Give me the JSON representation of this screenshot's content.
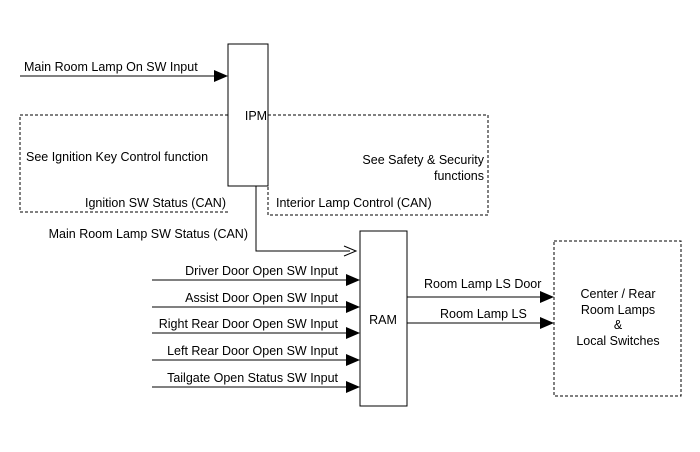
{
  "modules": {
    "ipm": "IPM",
    "ram": "RAM",
    "lamps_line1": "Center / Rear",
    "lamps_line2": "Room Lamps",
    "lamps_line3": "&",
    "lamps_line4": "Local Switches"
  },
  "notes": {
    "ignition_key": "See Ignition Key Control function",
    "safety_line1": "See Safety &  Security",
    "safety_line2": "functions"
  },
  "signals": {
    "main_room_lamp_on": "Main Room Lamp On SW Input",
    "ignition_status": "Ignition SW Status (CAN)",
    "interior_lamp_control": "Interior Lamp Control (CAN)",
    "main_room_lamp_status": "Main Room Lamp SW Status (CAN)",
    "driver_door": "Driver Door Open SW Input",
    "assist_door": "Assist Door Open SW Input",
    "right_rear_door": "Right Rear Door Open SW Input",
    "left_rear_door": "Left Rear Door Open SW Input",
    "tailgate": "Tailgate Open Status SW Input",
    "room_lamp_ls_door": "Room Lamp LS Door",
    "room_lamp_ls": "Room Lamp LS"
  }
}
